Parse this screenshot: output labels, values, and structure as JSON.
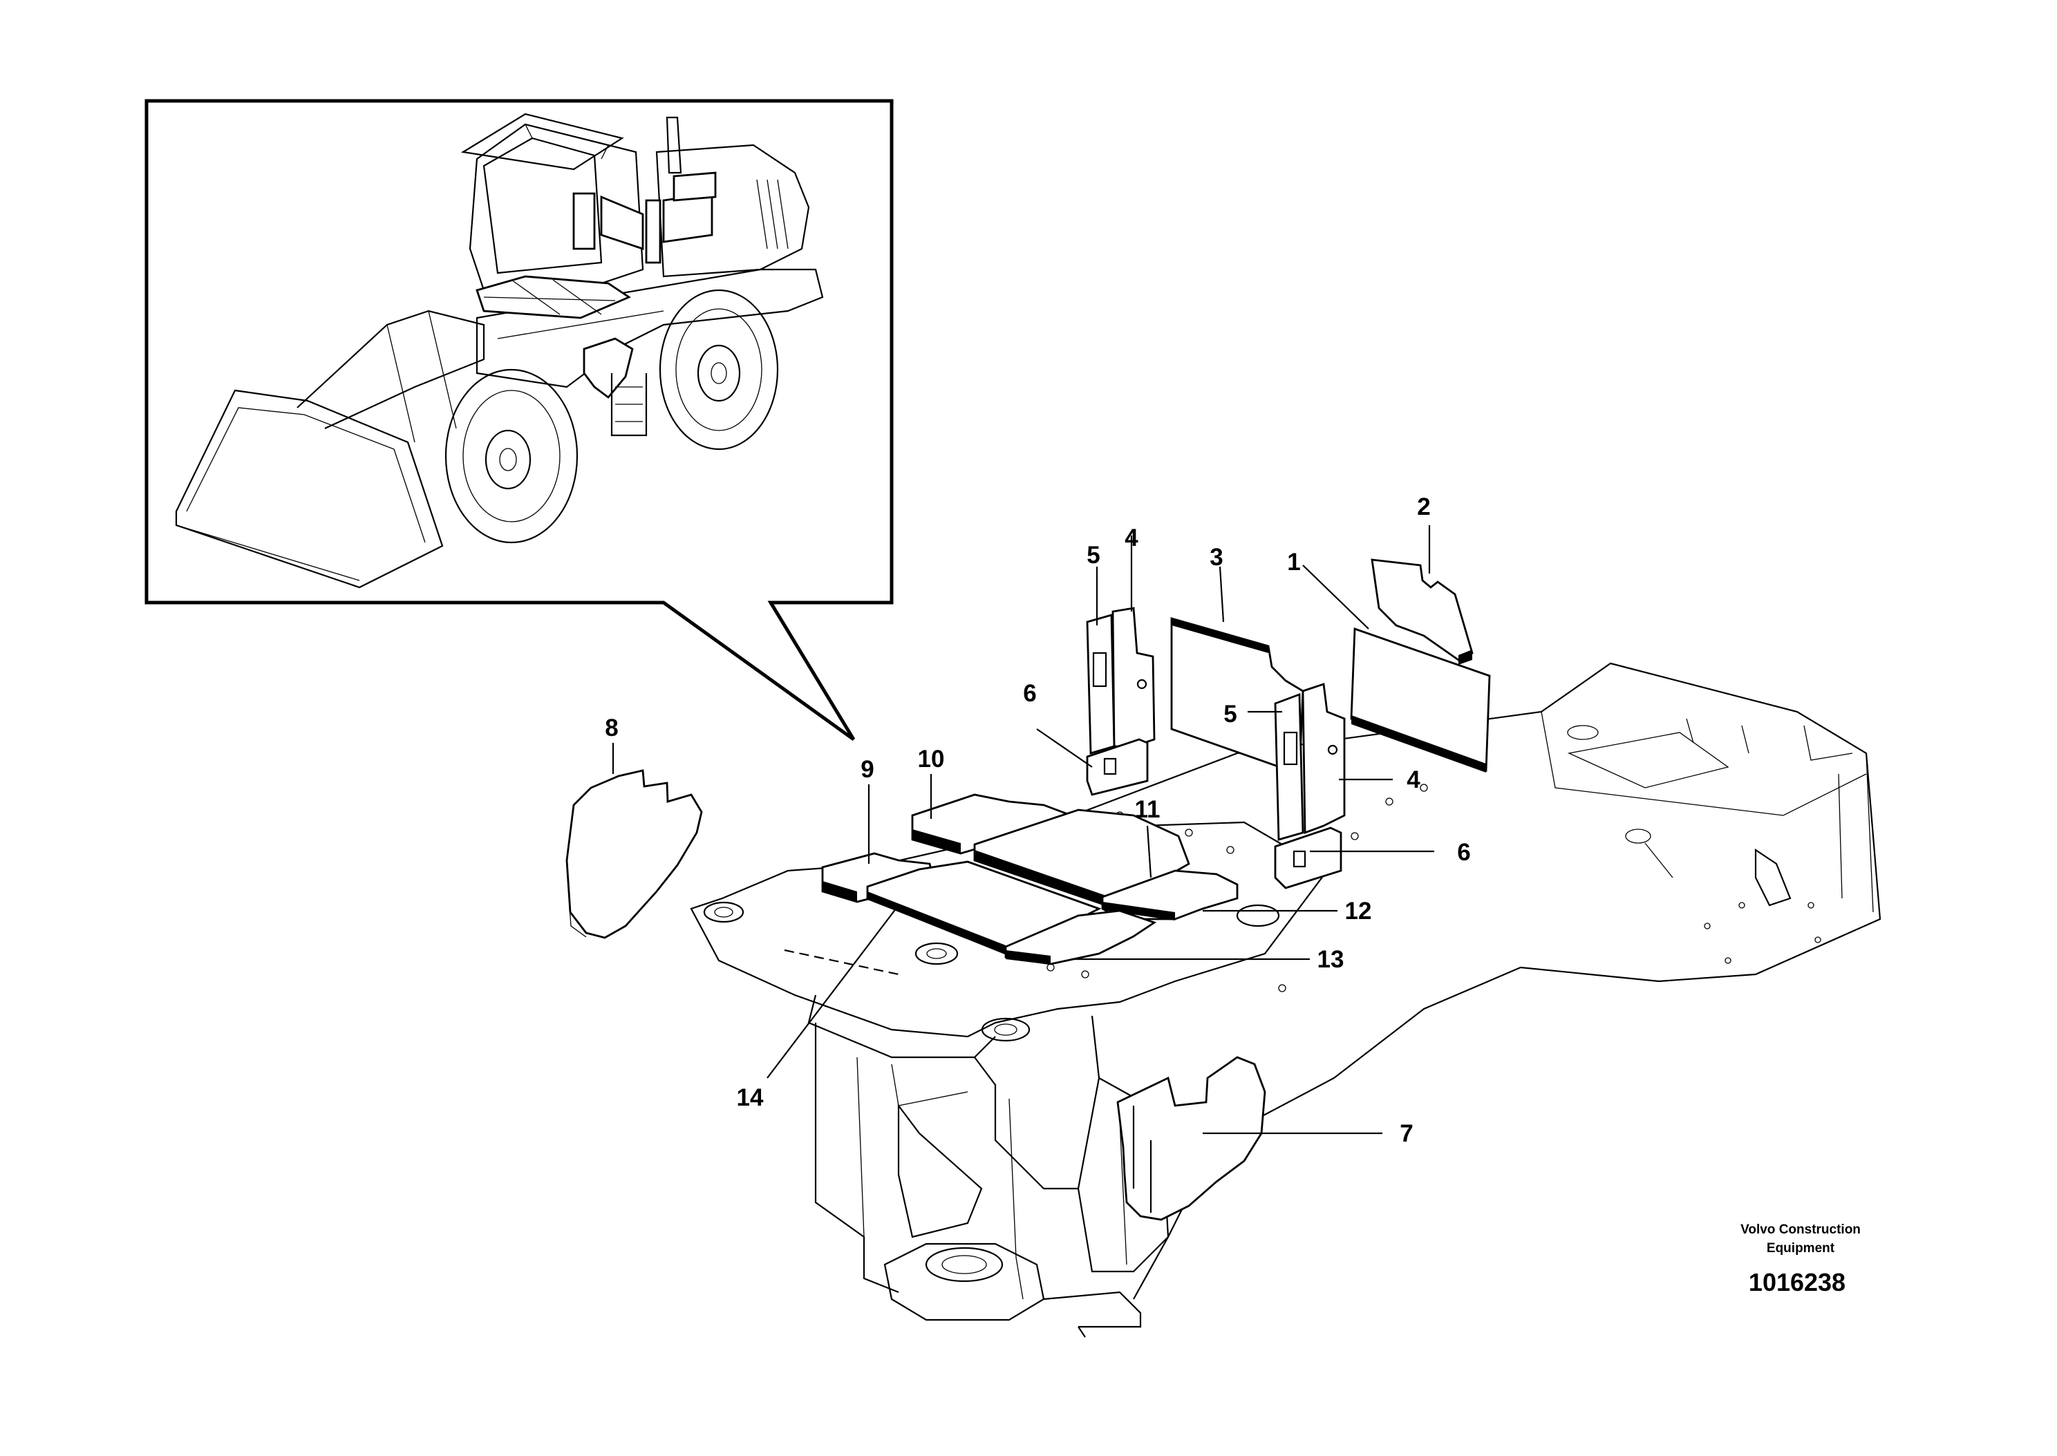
{
  "diagram": {
    "callouts": [
      {
        "id": "c1",
        "label": "1"
      },
      {
        "id": "c2",
        "label": "2"
      },
      {
        "id": "c3",
        "label": "3"
      },
      {
        "id": "c4a",
        "label": "4"
      },
      {
        "id": "c4b",
        "label": "4"
      },
      {
        "id": "c5a",
        "label": "5"
      },
      {
        "id": "c5b",
        "label": "5"
      },
      {
        "id": "c6a",
        "label": "6"
      },
      {
        "id": "c6b",
        "label": "6"
      },
      {
        "id": "c7",
        "label": "7"
      },
      {
        "id": "c8",
        "label": "8"
      },
      {
        "id": "c9",
        "label": "9"
      },
      {
        "id": "c10",
        "label": "10"
      },
      {
        "id": "c11",
        "label": "11"
      },
      {
        "id": "c12",
        "label": "12"
      },
      {
        "id": "c13",
        "label": "13"
      },
      {
        "id": "c14",
        "label": "14"
      }
    ]
  },
  "footer": {
    "brand_line1": "Volvo Construction",
    "brand_line2": "Equipment",
    "document_number": "1016238"
  }
}
